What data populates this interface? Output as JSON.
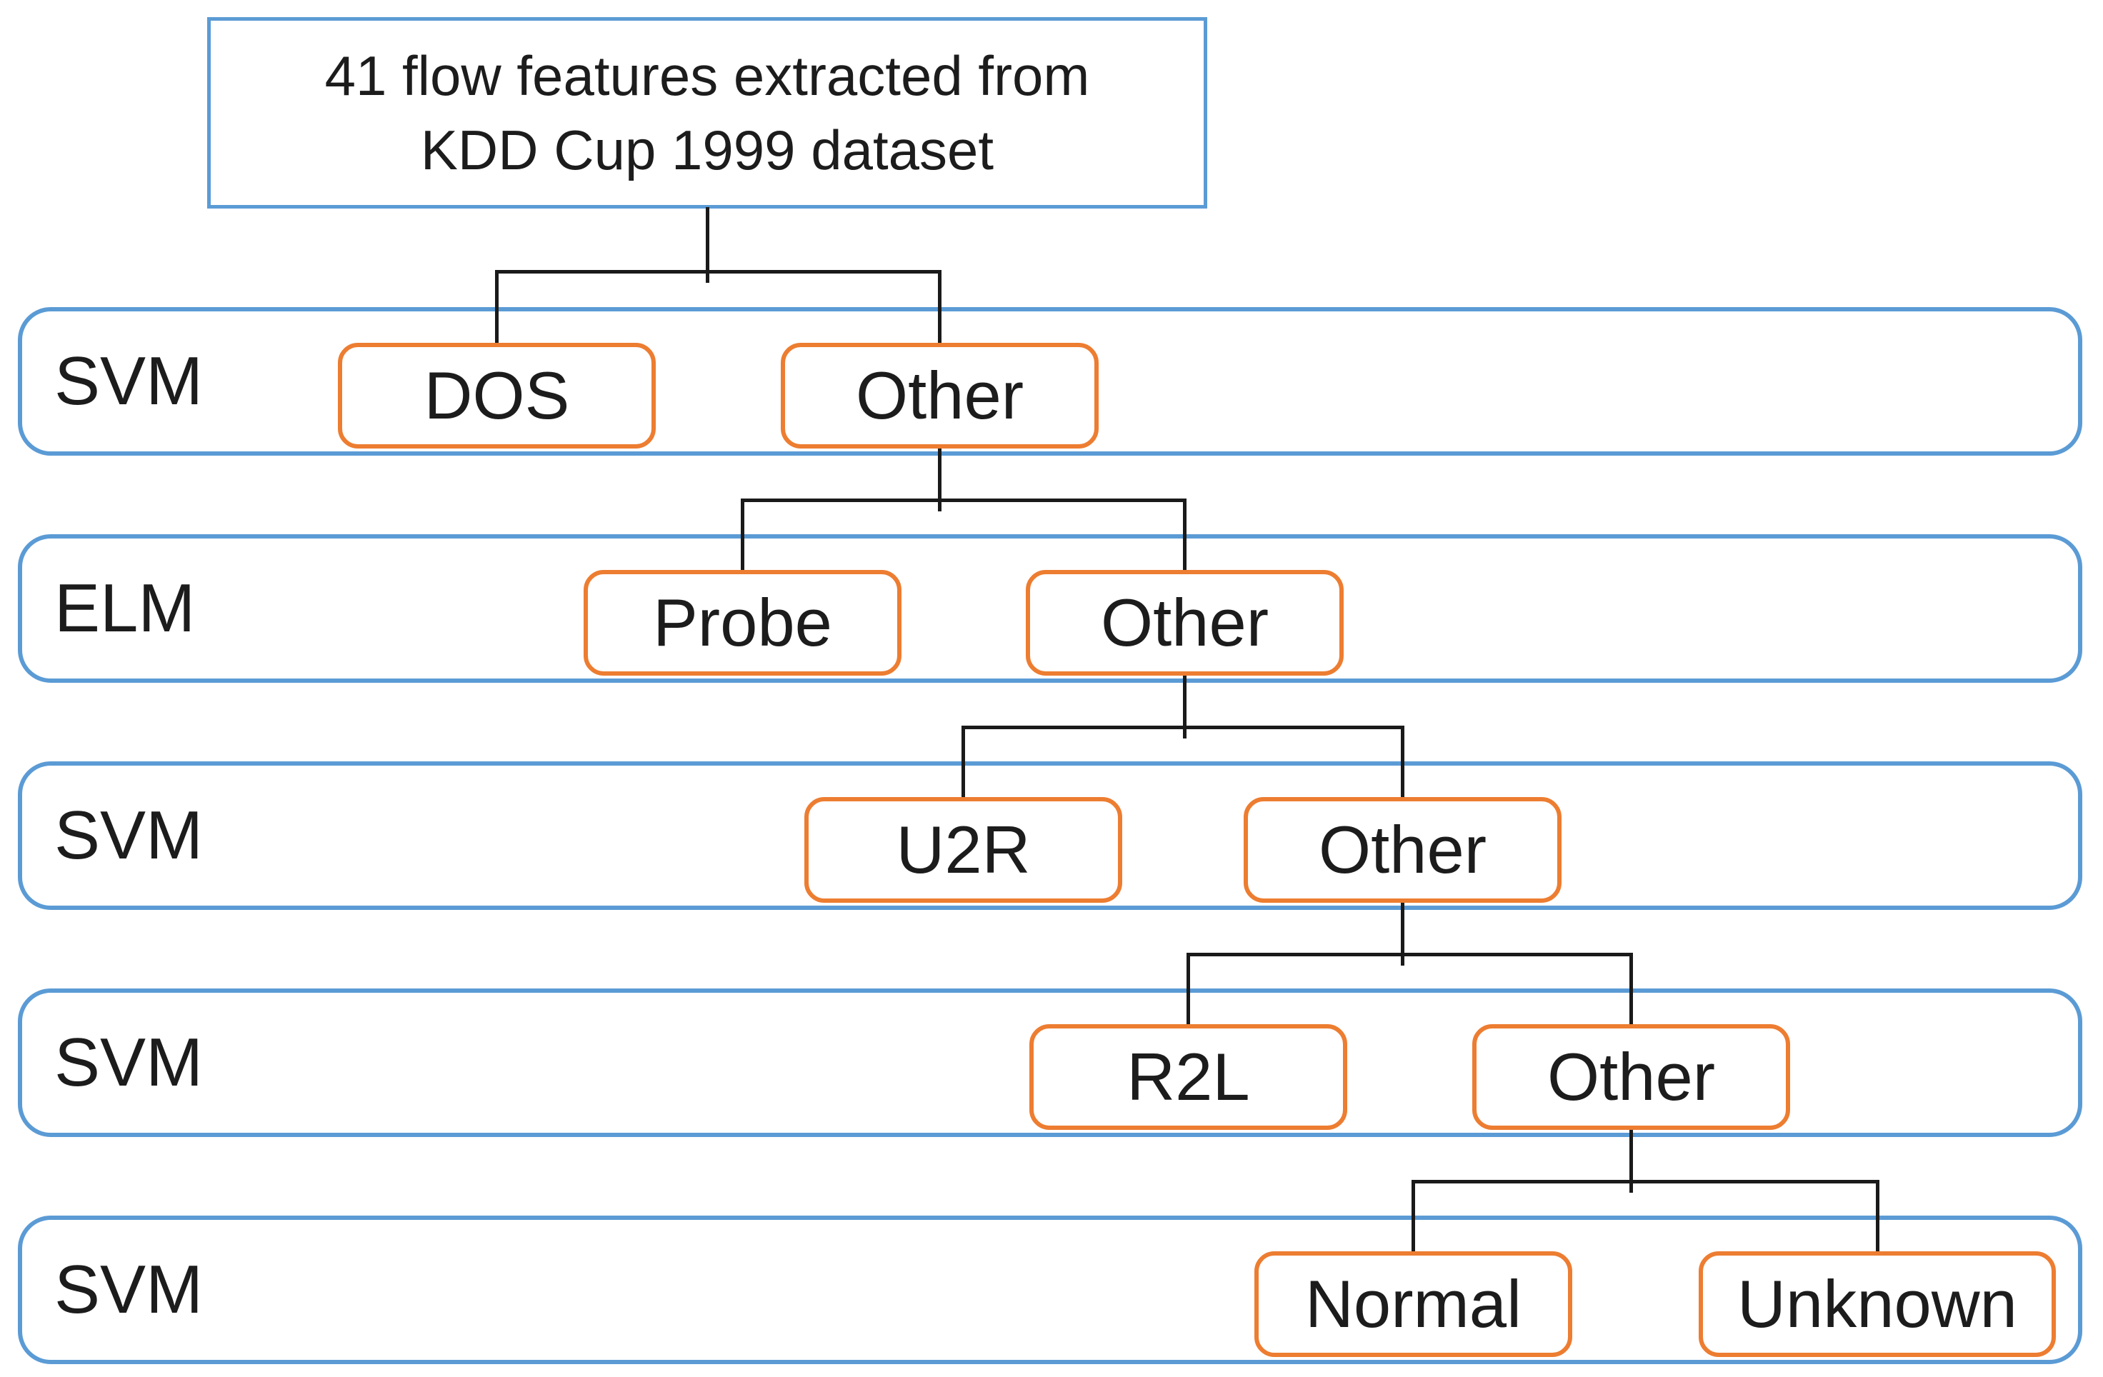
{
  "diagram": {
    "title": {
      "line1": "41 flow features extracted from",
      "line2": "KDD Cup 1999 dataset"
    },
    "rows": [
      {
        "classifier": "SVM",
        "left_node": "DOS",
        "right_node": "Other"
      },
      {
        "classifier": "ELM",
        "left_node": "Probe",
        "right_node": "Other"
      },
      {
        "classifier": "SVM",
        "left_node": "U2R",
        "right_node": "Other"
      },
      {
        "classifier": "SVM",
        "left_node": "R2L",
        "right_node": "Other"
      },
      {
        "classifier": "SVM",
        "left_node": "Normal",
        "right_node": "Unknown"
      }
    ],
    "colors": {
      "container_border": "#5B9BD5",
      "node_border": "#ED7D31",
      "connector": "#1a1a1a",
      "text": "#1c1c1c",
      "background": "#ffffff"
    }
  }
}
